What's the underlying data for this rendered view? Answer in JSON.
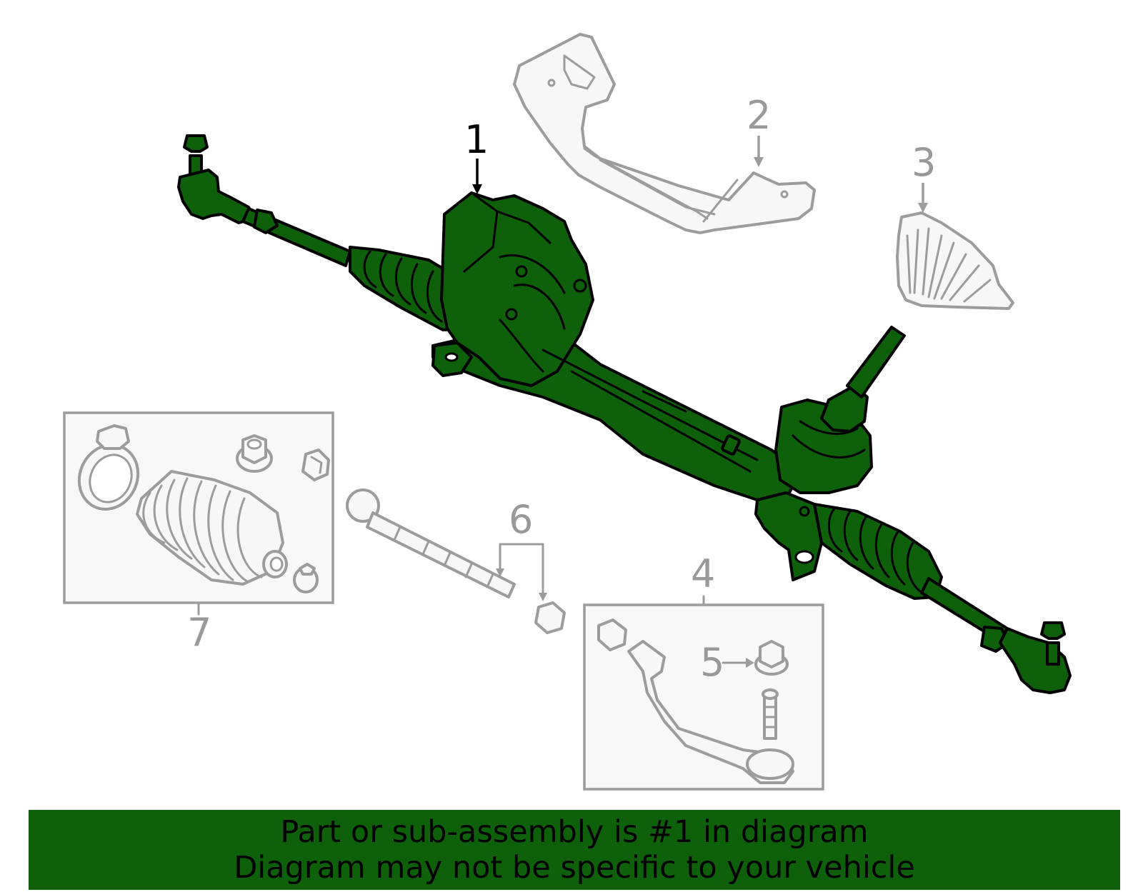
{
  "diagram": {
    "colors": {
      "highlight": "#0f600a",
      "outline": "#000000",
      "other_parts": "#9c9c9c",
      "background": "#ffffff"
    },
    "callouts": [
      {
        "id": "1",
        "label": "1",
        "part": "steering-gear-assembly",
        "highlighted": true
      },
      {
        "id": "2",
        "label": "2",
        "part": "heat-shield",
        "highlighted": false
      },
      {
        "id": "3",
        "label": "3",
        "part": "mount-insulator",
        "highlighted": false
      },
      {
        "id": "4",
        "label": "4",
        "part": "outer-tie-rod-kit",
        "highlighted": false
      },
      {
        "id": "5",
        "label": "5",
        "part": "tie-rod-nut",
        "highlighted": false
      },
      {
        "id": "6",
        "label": "6",
        "part": "inner-tie-rod",
        "highlighted": false
      },
      {
        "id": "7",
        "label": "7",
        "part": "boot-kit",
        "highlighted": false
      }
    ]
  },
  "banner": {
    "line1": "Part or sub-assembly is #1 in diagram",
    "line2": "Diagram may not be specific to your vehicle"
  }
}
